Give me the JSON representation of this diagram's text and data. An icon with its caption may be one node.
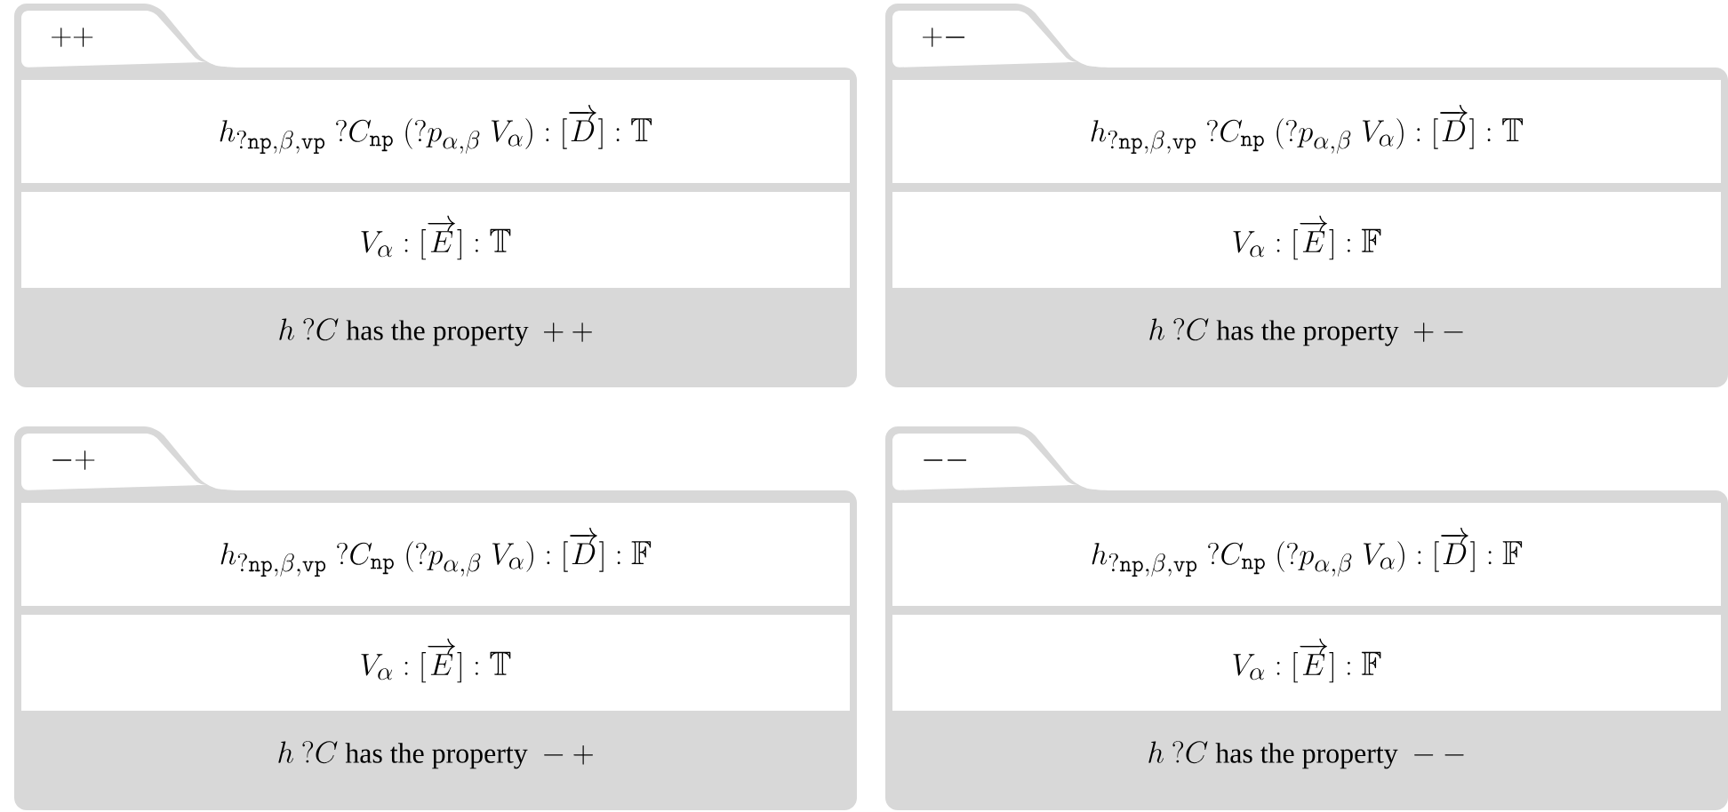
{
  "diagram": {
    "nodes": [
      {
        "text": [
          "++"
        ]
      },
      {
        "text": [
          "h_{?\\mathtt{np},\\beta,\\mathtt{vp}}\\ ?C_{\\mathtt{np}}\\ (?p_{\\alpha,\\beta}\\ V_{\\alpha}) : [\\overrightarrow{D}] : \\mathbb{T}"
        ],
        "in": 0
      },
      {
        "text": [
          "V_{\\alpha} : [\\overrightarrow{E}] : \\mathbb{T}"
        ],
        "in": 0
      },
      {
        "text": [
          "h\\ ?C \\text{ has the property } ++"
        ],
        "in": 0
      },
      {
        "text": [
          "+-"
        ]
      },
      {
        "text": [
          "h_{?\\mathtt{np},\\beta,\\mathtt{vp}}\\ ?C_{\\mathtt{np}}\\ (?p_{\\alpha,\\beta}\\ V_{\\alpha}) : [\\overrightarrow{D}] : \\mathbb{T}"
        ],
        "in": 4
      },
      {
        "text": [
          "V_{\\alpha} : [\\overrightarrow{E}] : \\mathbb{F}"
        ],
        "in": 4
      },
      {
        "text": [
          "h\\ ?C \\text{ has the property } +-"
        ],
        "in": 4
      },
      {
        "text": [
          "-+"
        ]
      },
      {
        "text": [
          "h_{?\\mathtt{np},\\beta,\\mathtt{vp}}\\ ?C_{\\mathtt{np}}\\ (?p_{\\alpha,\\beta}\\ V_{\\alpha}) : [\\overrightarrow{D}] : \\mathbb{F}"
        ],
        "in": 8
      },
      {
        "text": [
          "V_{\\alpha} : [\\overrightarrow{E}] : \\mathbb{T}"
        ],
        "in": 8
      },
      {
        "text": [
          "h\\ ?C \\text{ has the property } -+"
        ],
        "in": 8
      },
      {
        "text": [
          "--"
        ]
      },
      {
        "text": [
          "h_{?\\mathtt{np},\\beta,\\mathtt{vp}}\\ ?C_{\\mathtt{np}}\\ (?p_{\\alpha,\\beta}\\ V_{\\alpha}) : [\\overrightarrow{D}] : \\mathbb{F}"
        ],
        "in": 12
      },
      {
        "text": [
          "V_{\\alpha} : [\\overrightarrow{E}] : \\mathbb{F}"
        ],
        "in": 12
      },
      {
        "text": [
          "h\\ ?C \\text{ has the property } --"
        ],
        "in": 12
      }
    ]
  }
}
